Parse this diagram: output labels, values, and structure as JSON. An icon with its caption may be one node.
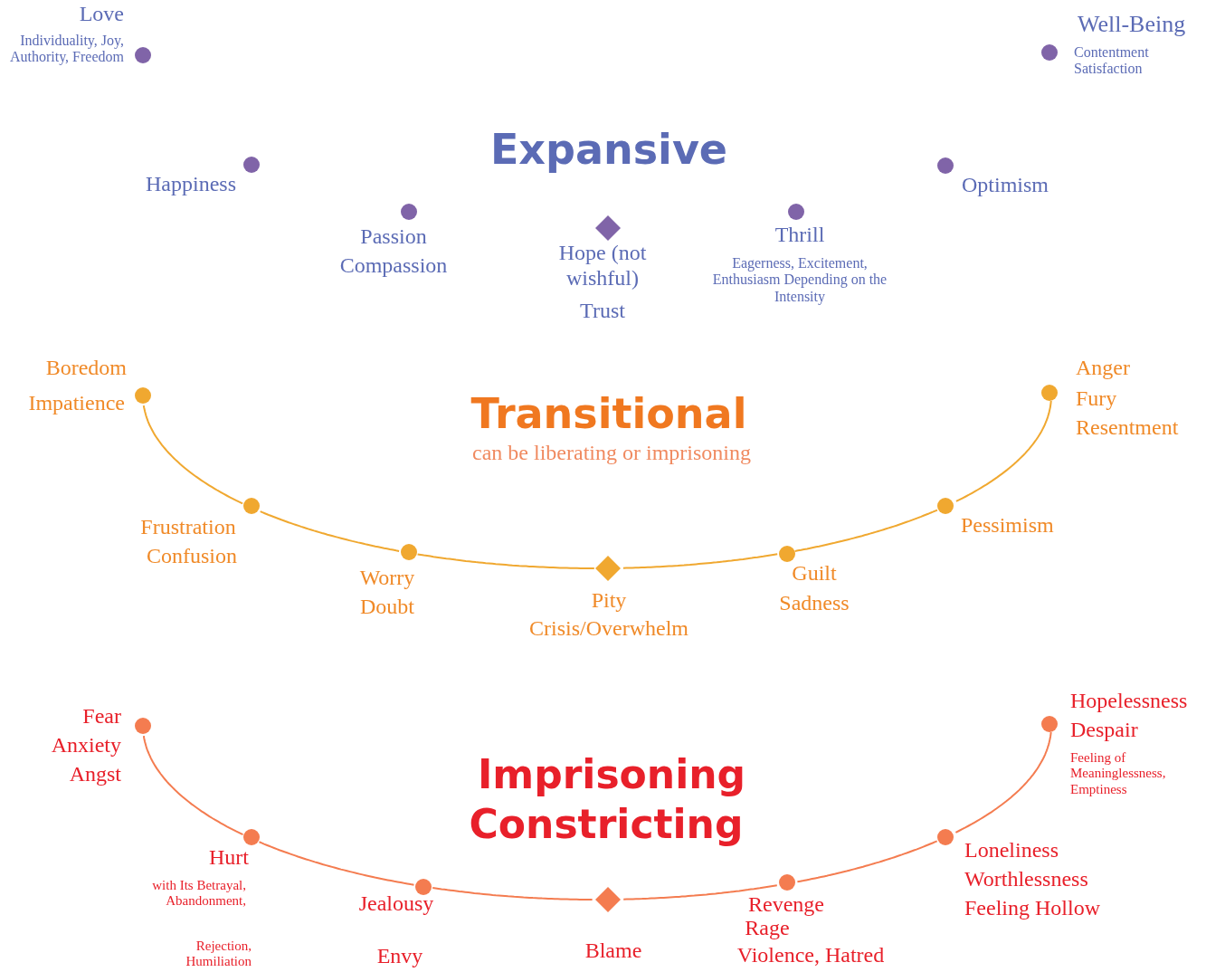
{
  "diagram": {
    "nodes": [
      {
        "text": [],
        "shape": "circle",
        "beside": [
          "Love",
          "Individuality, Joy, Authority, Freedom"
        ]
      },
      {
        "text": [],
        "shape": "circle",
        "beside": [
          "Well-Being",
          "Contentment Satisfaction"
        ]
      },
      {
        "text": [],
        "shape": "circle",
        "beside": [
          "Happiness"
        ]
      },
      {
        "text": [],
        "shape": "circle",
        "beside": [
          "Passion",
          "Compassion"
        ]
      },
      {
        "text": [],
        "shape": "diamond",
        "beside": [
          "Hope (not wishful)",
          "Trust"
        ]
      },
      {
        "text": [],
        "shape": "circle",
        "beside": [
          "Thrill",
          "Eagerness, Excitement, Enthusiasm Depending on the Intensity"
        ]
      },
      {
        "text": [],
        "shape": "circle",
        "beside": [
          "Optimism"
        ]
      },
      {
        "text": [],
        "shape": "circle",
        "beside": [
          "Boredom",
          "Impatience"
        ]
      },
      {
        "text": [],
        "shape": "circle",
        "beside": [
          "Frustration",
          "Confusion"
        ]
      },
      {
        "text": [],
        "shape": "circle",
        "beside": [
          "Worry",
          "Doubt"
        ]
      },
      {
        "text": [],
        "shape": "diamond",
        "beside": [
          "Pity",
          "Crisis/Overwhelm"
        ]
      },
      {
        "text": [],
        "shape": "circle",
        "beside": [
          "Guilt",
          "Sadness"
        ]
      },
      {
        "text": [],
        "shape": "circle",
        "beside": [
          "Pessimism"
        ]
      },
      {
        "text": [],
        "shape": "circle",
        "beside": [
          "Anger",
          "Fury",
          "Resentment"
        ]
      },
      {
        "text": [],
        "shape": "circle",
        "beside": [
          "Fear",
          "Anxiety",
          "Angst"
        ]
      },
      {
        "text": [],
        "shape": "circle",
        "beside": [
          "Hurt",
          "with Its Betrayal, Abandonment,",
          "Rejection, Humiliation"
        ]
      },
      {
        "text": [],
        "shape": "circle",
        "beside": [
          "Jealousy",
          "Envy"
        ]
      },
      {
        "text": [],
        "shape": "diamond",
        "beside": [
          "Blame"
        ]
      },
      {
        "text": [],
        "shape": "circle",
        "beside": [
          "Revenge",
          "Rage",
          "Violence, Hatred"
        ]
      },
      {
        "text": [],
        "shape": "circle",
        "beside": [
          "Loneliness",
          "Worthlessness",
          "Feeling Hollow"
        ]
      },
      {
        "text": [],
        "shape": "circle",
        "beside": [
          "Hopelessness",
          "Despair",
          "Feeling of Meaninglessness, Emptiness"
        ]
      }
    ],
    "edges": [
      {
        "from": 7,
        "to": 8,
        "arrow": "none",
        "color": "#f0a830"
      },
      {
        "from": 8,
        "to": 9,
        "arrow": "none",
        "color": "#f0a830"
      },
      {
        "from": 9,
        "to": 10,
        "arrow": "none",
        "color": "#f0a830"
      },
      {
        "from": 10,
        "to": 11,
        "arrow": "none",
        "color": "#f0a830"
      },
      {
        "from": 11,
        "to": 12,
        "arrow": "none",
        "color": "#f0a830"
      },
      {
        "from": 12,
        "to": 13,
        "arrow": "none",
        "color": "#f0a830"
      },
      {
        "from": 14,
        "to": 15,
        "arrow": "none",
        "color": "#f47c50"
      },
      {
        "from": 15,
        "to": 16,
        "arrow": "none",
        "color": "#f47c50"
      },
      {
        "from": 16,
        "to": 17,
        "arrow": "none",
        "color": "#f47c50"
      },
      {
        "from": 17,
        "to": 18,
        "arrow": "none",
        "color": "#f47c50"
      },
      {
        "from": 18,
        "to": 19,
        "arrow": "none",
        "color": "#f47c50"
      },
      {
        "from": 19,
        "to": 20,
        "arrow": "none",
        "color": "#f47c50"
      }
    ],
    "labels": [
      "Expansive",
      "Transitional",
      "can be liberating or imprisoning",
      "Imprisoning",
      "Constricting"
    ]
  }
}
